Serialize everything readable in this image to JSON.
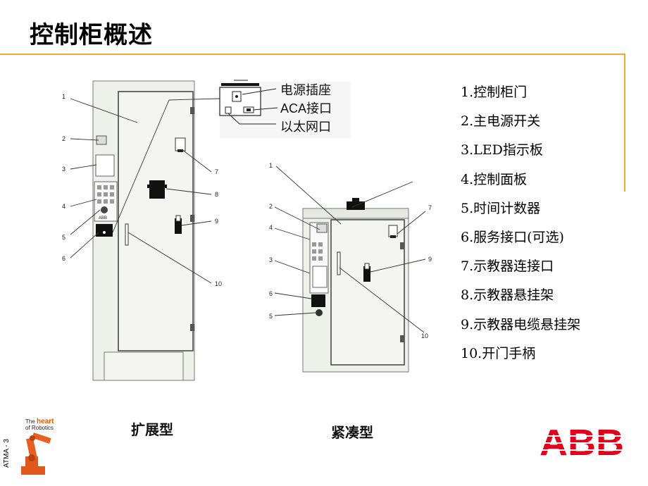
{
  "title": "控制柜概述",
  "diagram_labels": {
    "power_socket": "电源插座",
    "aca_port": "ACA接口",
    "ethernet_port": "以太网口"
  },
  "large_cabinet_callouts": [
    "1",
    "2",
    "3",
    "4",
    "5",
    "6",
    "7",
    "8",
    "9",
    "10"
  ],
  "compact_cabinet_callouts": [
    "1",
    "2",
    "4",
    "3",
    "6",
    "5",
    "7",
    "9",
    "10"
  ],
  "legend": [
    "1.控制柜门",
    "2.主电源开关",
    "3.LED指示板",
    "4.控制面板",
    "5.时间计数器",
    "6.服务接口(可选)",
    "7.示教器连接口",
    "8.示教器悬挂架",
    "9.示教器电缆悬挂架",
    "10.开门手柄"
  ],
  "captions": {
    "extended": "扩展型",
    "compact": "紧凑型"
  },
  "footer": {
    "slide_id": "ATMA - 3",
    "tagline_1": "The",
    "tagline_highlight": "heart",
    "tagline_2": "of Robotics",
    "logo_text": "ABB",
    "logo_color": "#e2001a"
  },
  "colors": {
    "accent_rule": "#f0a830",
    "cabinet_fill": "#eef0ea"
  }
}
